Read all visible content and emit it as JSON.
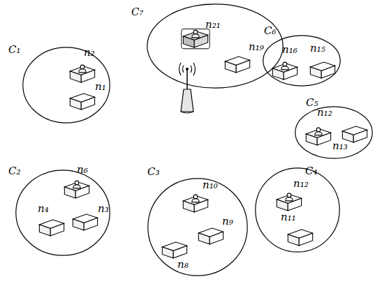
{
  "diagram": {
    "nodes": [
      {
        "text": [
          "C₇"
        ]
      },
      {
        "text": [
          "n₂₁"
        ],
        "in": 0
      },
      {
        "text": [
          "n₁₉"
        ],
        "in": 0
      },
      {
        "text": [
          "C₆"
        ]
      },
      {
        "text": [
          "n₁₆"
        ],
        "in": 3
      },
      {
        "text": [
          "n₁₅"
        ],
        "in": 3
      },
      {
        "text": [
          "C₁"
        ]
      },
      {
        "text": [
          "n₂"
        ],
        "in": 6
      },
      {
        "text": [
          "n₁"
        ],
        "in": 6
      },
      {
        "text": [
          "C₅"
        ]
      },
      {
        "text": [
          "n₁₂"
        ],
        "in": 9
      },
      {
        "text": [
          "n₁₃"
        ],
        "in": 9
      },
      {
        "text": [
          "C₂"
        ]
      },
      {
        "text": [
          "n₆"
        ],
        "in": 12
      },
      {
        "text": [
          "n₃"
        ],
        "in": 12
      },
      {
        "text": [
          "n₄"
        ],
        "in": 12
      },
      {
        "text": [
          "C₃"
        ]
      },
      {
        "text": [
          "n₁₀"
        ],
        "in": 16
      },
      {
        "text": [
          "n₉"
        ],
        "in": 16
      },
      {
        "text": [
          "n₈"
        ],
        "in": 16
      },
      {
        "text": [
          "C₄"
        ]
      },
      {
        "text": [
          "n₁₂"
        ],
        "in": 20
      },
      {
        "text": [
          "n₁₁"
        ],
        "in": 20
      }
    ]
  }
}
